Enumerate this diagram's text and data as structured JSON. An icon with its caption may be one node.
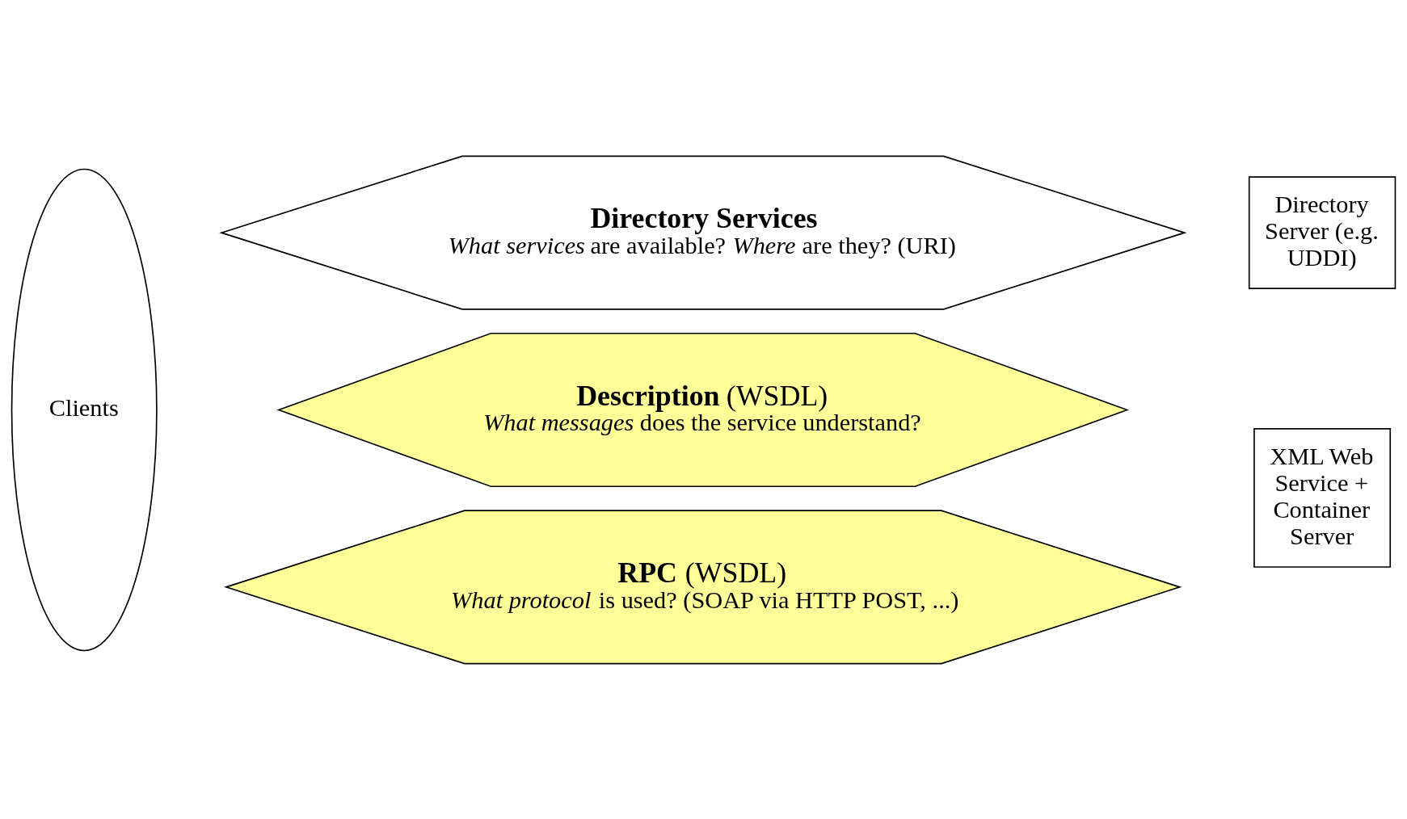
{
  "diagram": {
    "nodes": [
      {
        "text": [
          "Clients"
        ]
      },
      {
        "text": [
          "Directory Services",
          "*What services* are available? *Where* are they? (URI)"
        ]
      },
      {
        "text": [
          "**Description** (WSDL)",
          "*What messages* does the service understand?"
        ]
      },
      {
        "text": [
          "**RPC** (WSDL)",
          "*What protocol* is used? (SOAP via HTTP POST, ...)"
        ]
      },
      {
        "text": [
          "Directory Server (e.g. UDDI)"
        ]
      },
      {
        "text": [
          "XML Web Service + Container Server"
        ]
      }
    ],
    "edges": []
  }
}
